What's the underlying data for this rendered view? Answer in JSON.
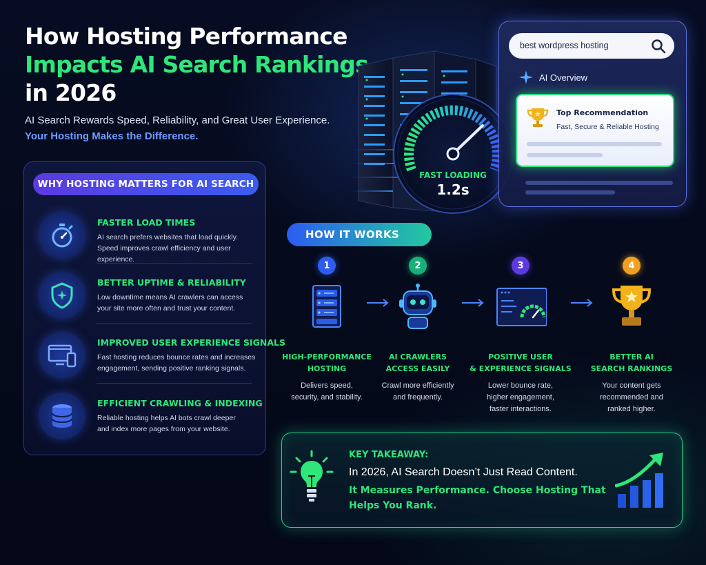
{
  "header": {
    "title_line1": "How Hosting Performance",
    "title_line2": "Impacts AI Search Rankings",
    "title_line3": "in 2026",
    "subtitle": "AI Search Rewards Speed, Reliability, and Great User Experience.",
    "subtitle_highlight": "Your Hosting Makes the Difference."
  },
  "search_preview": {
    "query": "best wordpress hosting",
    "overview_label": "AI Overview",
    "recommendation_title": "Top Recommendation",
    "recommendation_subtitle": "Fast, Secure & Reliable Hosting"
  },
  "speed_gauge": {
    "label": "FAST LOADING",
    "value": "1.2s"
  },
  "why_hosting": {
    "heading": "WHY HOSTING MATTERS FOR AI SEARCH",
    "items": [
      {
        "icon": "stopwatch-icon",
        "title": "FASTER LOAD TIMES",
        "desc_line1": "AI search prefers websites that load quickly.",
        "desc_line2": "Speed improves crawl efficiency and user experience."
      },
      {
        "icon": "shield-icon",
        "title": "BETTER UPTIME & RELIABILITY",
        "desc_line1": "Low downtime means AI crawlers can access",
        "desc_line2": "your site more often and trust your content."
      },
      {
        "icon": "devices-icon",
        "title": "IMPROVED USER EXPERIENCE SIGNALS",
        "desc_line1": "Fast hosting reduces bounce rates and increases",
        "desc_line2": "engagement, sending positive ranking signals."
      },
      {
        "icon": "database-icon",
        "title": "EFFICIENT CRAWLING & INDEXING",
        "desc_line1": "Reliable hosting helps AI bots crawl deeper",
        "desc_line2": "and index more pages from your website."
      }
    ]
  },
  "how_it_works": {
    "heading": "HOW IT WORKS",
    "steps": [
      {
        "number": "1",
        "icon": "server-rack-icon",
        "title_line1": "HIGH-PERFORMANCE",
        "title_line2": "HOSTING",
        "desc_line1": "Delivers speed,",
        "desc_line2": "security, and stability.",
        "desc_line3": ""
      },
      {
        "number": "2",
        "icon": "robot-icon",
        "title_line1": "AI CRAWLERS",
        "title_line2": "ACCESS EASILY",
        "desc_line1": "Crawl more efficiently",
        "desc_line2": "and frequently.",
        "desc_line3": ""
      },
      {
        "number": "3",
        "icon": "dashboard-icon",
        "title_line1": "POSITIVE USER",
        "title_line2": "& EXPERIENCE SIGNALS",
        "desc_line1": "Lower bounce rate,",
        "desc_line2": "higher engagement,",
        "desc_line3": "faster interactions."
      },
      {
        "number": "4",
        "icon": "trophy-icon",
        "title_line1": "BETTER AI",
        "title_line2": "SEARCH RANKINGS",
        "desc_line1": "Your content gets",
        "desc_line2": "recommended and",
        "desc_line3": "ranked higher."
      }
    ]
  },
  "takeaway": {
    "title": "KEY TAKEAWAY:",
    "line1": "In 2026, AI Search Doesn’t Just Read Content.",
    "line2": "It Measures Performance. Choose Hosting That Helps You Rank."
  },
  "colors": {
    "accent_green": "#2ee67a",
    "accent_blue": "#3b5cf0",
    "accent_purple": "#5b3be0",
    "step1": "#2f5cf0",
    "step2": "#18b07a",
    "step3": "#5b3be0",
    "step4": "#f0a020",
    "background": "#050a1c"
  }
}
